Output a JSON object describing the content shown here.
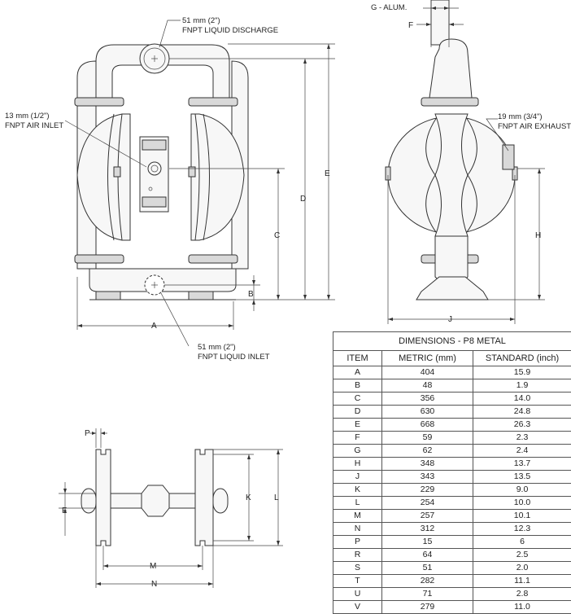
{
  "front_view": {
    "discharge_label_1": "51 mm (2\")",
    "discharge_label_2": "FNPT LIQUID DISCHARGE",
    "air_inlet_label_1": "13 mm (1/2\")",
    "air_inlet_label_2": "FNPT AIR INLET",
    "liquid_inlet_label_1": "51 mm (2\")",
    "liquid_inlet_label_2": "FNPT LIQUID INLET",
    "dims": {
      "a": "A",
      "b": "B",
      "c": "C",
      "d": "D",
      "e": "E"
    }
  },
  "side_view": {
    "alum_label": "G - ALUM.",
    "f_label": "F",
    "exhaust_label_1": "19 mm (3/4\")",
    "exhaust_label_2": "FNPT AIR EXHAUST",
    "dims": {
      "h": "H",
      "j": "J"
    }
  },
  "bottom_view": {
    "dims": {
      "p": "P",
      "f": "F",
      "k": "K",
      "l": "L",
      "m": "M",
      "n": "N"
    }
  },
  "table": {
    "title": "DIMENSIONS - P8 METAL",
    "headers": [
      "ITEM",
      "METRIC (mm)",
      "STANDARD (inch)"
    ],
    "rows": [
      [
        "A",
        "404",
        "15.9"
      ],
      [
        "B",
        "48",
        "1.9"
      ],
      [
        "C",
        "356",
        "14.0"
      ],
      [
        "D",
        "630",
        "24.8"
      ],
      [
        "E",
        "668",
        "26.3"
      ],
      [
        "F",
        "59",
        "2.3"
      ],
      [
        "G",
        "62",
        "2.4"
      ],
      [
        "H",
        "348",
        "13.7"
      ],
      [
        "J",
        "343",
        "13.5"
      ],
      [
        "K",
        "229",
        "9.0"
      ],
      [
        "L",
        "254",
        "10.0"
      ],
      [
        "M",
        "257",
        "10.1"
      ],
      [
        "N",
        "312",
        "12.3"
      ],
      [
        "P",
        "15",
        "6"
      ],
      [
        "R",
        "64",
        "2.5"
      ],
      [
        "S",
        "51",
        "2.0"
      ],
      [
        "T",
        "282",
        "11.1"
      ],
      [
        "U",
        "71",
        "2.8"
      ],
      [
        "V",
        "279",
        "11.0"
      ]
    ]
  }
}
